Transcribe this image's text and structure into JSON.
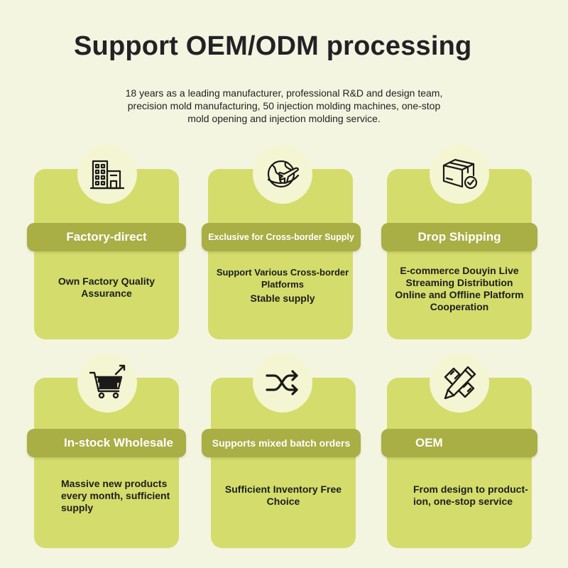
{
  "header": {
    "title": "Support OEM/ODM processing",
    "subtitle_lines": [
      "18 years as a leading manufacturer, professional R&D and design team,",
      "precision mold manufacturing, 50 injection molding machines, one-stop",
      "mold opening and injection molding service."
    ]
  },
  "colors": {
    "background": "#f4f5e1",
    "card": "#d4dc6c",
    "banner": "#a9ae45",
    "badge": "#f4f5d2"
  },
  "cards": [
    {
      "icon": "factory-building-icon",
      "title": "Factory-direct",
      "desc": [
        "Own Factory Quality",
        "Assurance"
      ]
    },
    {
      "icon": "globe-airplane-icon",
      "title": "Exclusive for Cross-border Supply",
      "desc": [
        "Support Various Cross-border",
        "Platforms",
        "Stable supply"
      ]
    },
    {
      "icon": "package-check-icon",
      "title": "Drop Shipping",
      "desc": [
        "E-commerce Douyin Live",
        "Streaming Distribution",
        "Online and Offline Platform",
        "Cooperation"
      ]
    },
    {
      "icon": "shopping-cart-icon",
      "title": "In-stock Wholesale",
      "desc": [
        "Massive new products",
        "every month, sufficient",
        "supply"
      ]
    },
    {
      "icon": "shuffle-arrows-icon",
      "title": "Supports mixed batch orders",
      "desc": [
        "Sufficient Inventory Free",
        "Choice"
      ]
    },
    {
      "icon": "pencil-ruler-icon",
      "title": "OEM",
      "desc": [
        "From design to product-",
        "ion, one-stop service"
      ]
    }
  ]
}
